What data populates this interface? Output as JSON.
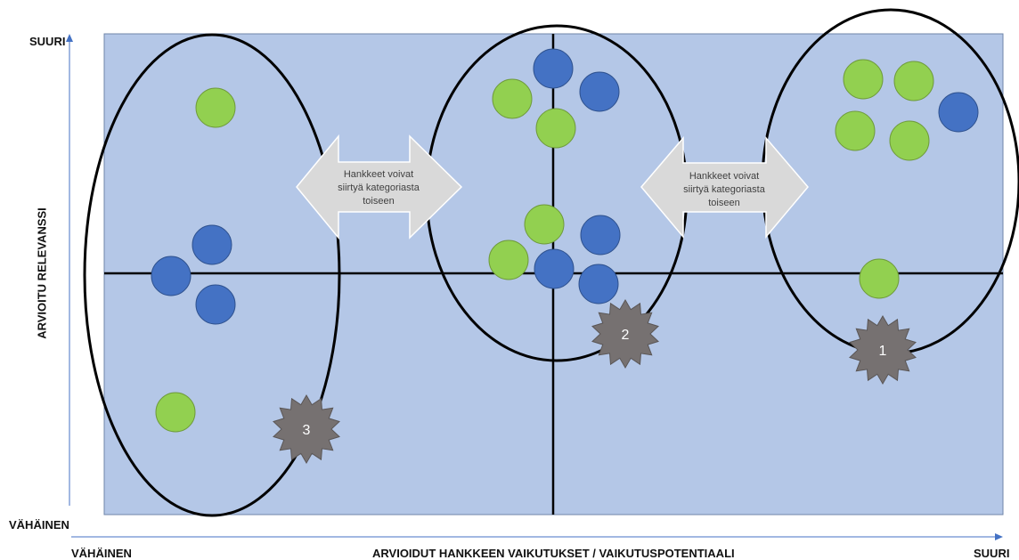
{
  "axes": {
    "y_top": "SUURI",
    "y_bottom": "VÄHÄINEN",
    "y_title": "ARVIOITU RELEVANSSI",
    "x_left": "VÄHÄINEN",
    "x_title": "ARVIOIDUT HANKKEEN  VAIKUTUKSET / VAIKUTUSPOTENTIAALI",
    "x_right": "SUURI"
  },
  "arrows": [
    {
      "lines": [
        "Hankkeet voivat",
        "siirtyä kategoriasta",
        "toiseen"
      ]
    },
    {
      "lines": [
        "Hankkeet voivat",
        "siirtyä kategoriasta",
        "toiseen"
      ]
    }
  ],
  "badges": [
    "1",
    "2",
    "3"
  ],
  "colors": {
    "background": "#b4c7e7",
    "green_dot": "#92d050",
    "blue_dot": "#4472c4",
    "badge": "#767171",
    "arrow_fill": "#d9d9d9",
    "axis_arrow": "#4472c4"
  }
}
